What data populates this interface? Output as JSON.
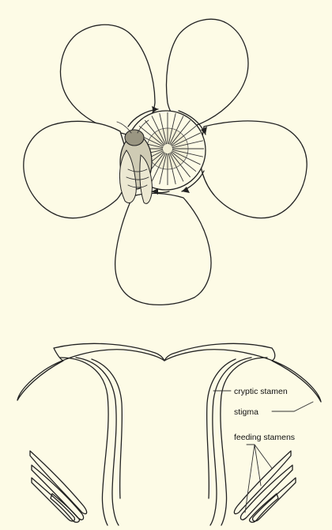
{
  "diagram": {
    "background": "#fdfbe6",
    "ink": "#222222",
    "top_figure": {
      "subject": "five-petal flower with bee on stamens, circular motion arrows",
      "petal_count": 5
    },
    "bottom_figure": {
      "labels": {
        "cryptic_stamen": "cryptic stamen",
        "stigma": "stigma",
        "feeding_stamens": "feeding stamens"
      }
    }
  }
}
